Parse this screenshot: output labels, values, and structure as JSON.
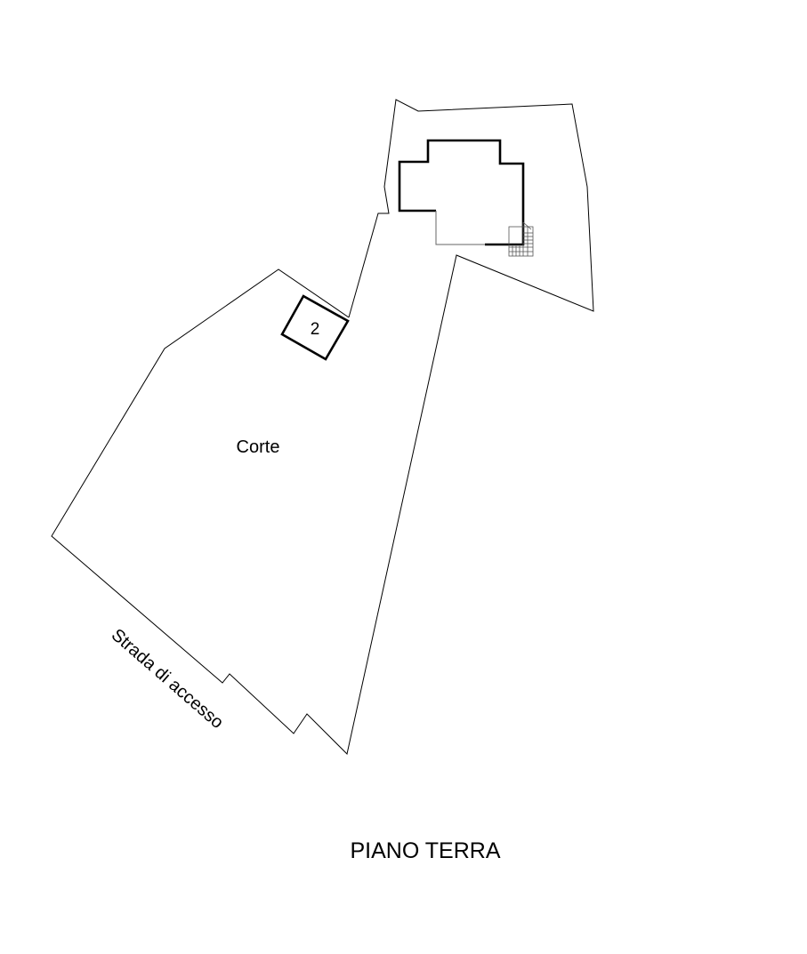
{
  "drawing": {
    "title": "PIANO TERRA",
    "labels": {
      "courtyard": "Corte",
      "access_road": "Strada di accesso",
      "unit_number": "2"
    },
    "colors": {
      "background": "#ffffff",
      "lines": "#000000"
    }
  }
}
